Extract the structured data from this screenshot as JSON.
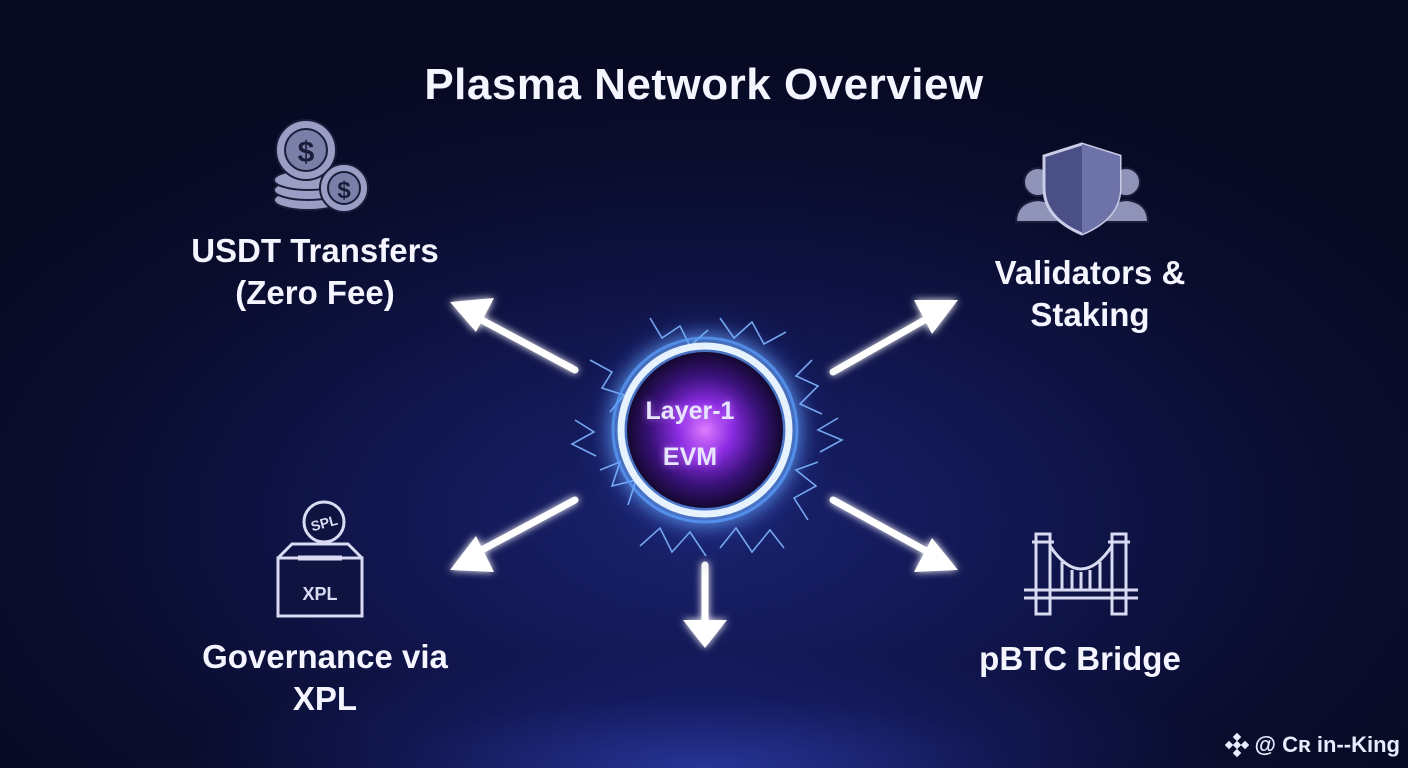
{
  "title": "Plasma Network Overview",
  "center": {
    "line1": "Layer-1",
    "line2": "EVM"
  },
  "nodes": {
    "usdt": {
      "line1": "USDT Transfers",
      "line2": "(Zero Fee)",
      "icon": "coin-stack-icon"
    },
    "validators": {
      "line1": "Validators &",
      "line2": "Staking",
      "icon": "shield-people-icon"
    },
    "governance": {
      "line1": "Governance via",
      "line2": "XPL",
      "icon": "ballot-box-icon",
      "box_text": "XPL",
      "coin_text": "SPL"
    },
    "bridge": {
      "line1": "pBTC Bridge",
      "icon": "bridge-icon"
    }
  },
  "watermark": {
    "text": "@ Cʀ in--King",
    "icon": "binance-logo-icon"
  },
  "colors": {
    "background": "#0a0d2e",
    "glow": "#4fa3ff",
    "core": "#b04cff",
    "icon_fill": "#8f93b8"
  }
}
